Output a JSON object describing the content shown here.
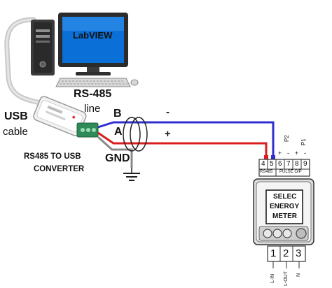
{
  "computer": {
    "screen_text": "LabVIEW"
  },
  "labels": {
    "rs485": "RS-485",
    "line": "line",
    "usb": "USB",
    "cable": "cable",
    "converter_line1": "RS485 TO USB",
    "converter_line2": "CONVERTER",
    "b": "B",
    "a": "A",
    "gnd": "GND",
    "minus": "-",
    "plus": "+"
  },
  "meter": {
    "title_lines": [
      "SELEC",
      "ENERGY",
      "METER"
    ],
    "top_terminals": [
      "4",
      "5",
      "6",
      "7",
      "8",
      "9"
    ],
    "top_group_labels": [
      "RS485",
      "PULSE O/P"
    ],
    "top_polarity": [
      "+",
      "-",
      "+",
      "-"
    ],
    "top_rotated_labels": [
      "P2",
      "P1"
    ],
    "bottom_terminals": [
      "1",
      "2",
      "3"
    ],
    "bottom_rotated_labels": [
      "L-IN",
      "L-OUT",
      "N"
    ]
  },
  "colors": {
    "wire_b": "#2f2fd0",
    "wire_a": "#d81e1e",
    "wire_gnd": "#8a8a8a",
    "screen_blue": "#0a6fd6",
    "converter_green": "#2e8b57"
  }
}
